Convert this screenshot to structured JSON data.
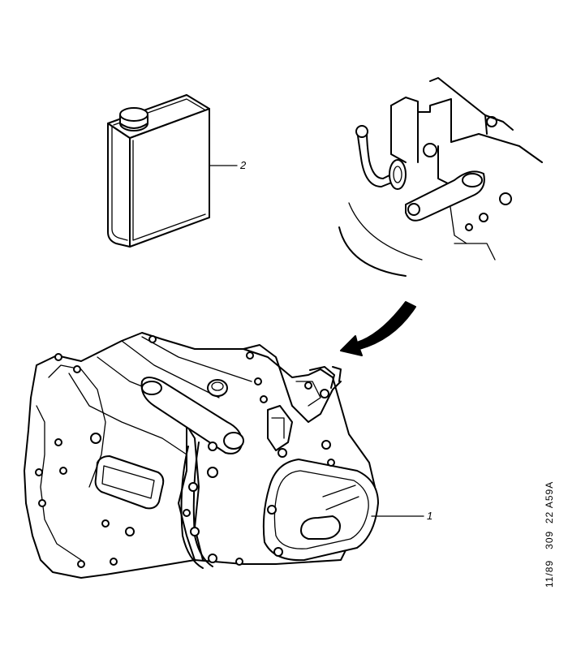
{
  "callouts": {
    "gearbox": "1",
    "oil_can": "2"
  },
  "reference_code": "11/89   309  22 A59A"
}
